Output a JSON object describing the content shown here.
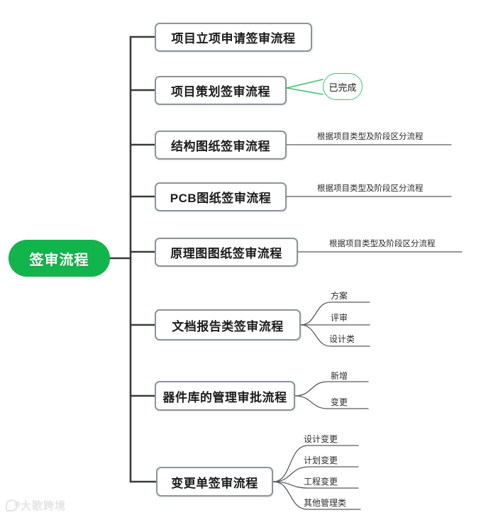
{
  "diagram": {
    "type": "mind-map",
    "background": "#ffffff",
    "root": {
      "label": "签审流程",
      "fill": "#12b44c",
      "text_color": "#ffffff"
    },
    "branch_color": "#3a3a3a",
    "topic_border_color": "#8c939b",
    "accent_color": "#3fbf72",
    "topics": [
      {
        "label": "项目立项申请签审流程",
        "children": [],
        "callout": null
      },
      {
        "label": "项目策划签审流程",
        "children": [],
        "callout": "已完成"
      },
      {
        "label": "结构图纸签审流程",
        "children": [
          "根据项目类型及阶段区分流程"
        ],
        "callout": null
      },
      {
        "label": "PCB图纸签审流程",
        "children": [
          "根据项目类型及阶段区分流程"
        ],
        "callout": null
      },
      {
        "label": "原理图图纸签审流程",
        "children": [
          "根据项目类型及阶段区分流程"
        ],
        "callout": null
      },
      {
        "label": "文档报告类签审流程",
        "children": [
          "方案",
          "评审",
          "设计类"
        ],
        "callout": null
      },
      {
        "label": "器件库的管理审批流程",
        "children": [
          "新增",
          "变更"
        ],
        "callout": null
      },
      {
        "label": "变更单签审流程",
        "children": [
          "设计变更",
          "计划变更",
          "工程变更",
          "其他管理类"
        ],
        "callout": null
      }
    ]
  },
  "watermark": {
    "text": "大歌跨境",
    "icon": "chat-bubble-logo-icon"
  }
}
